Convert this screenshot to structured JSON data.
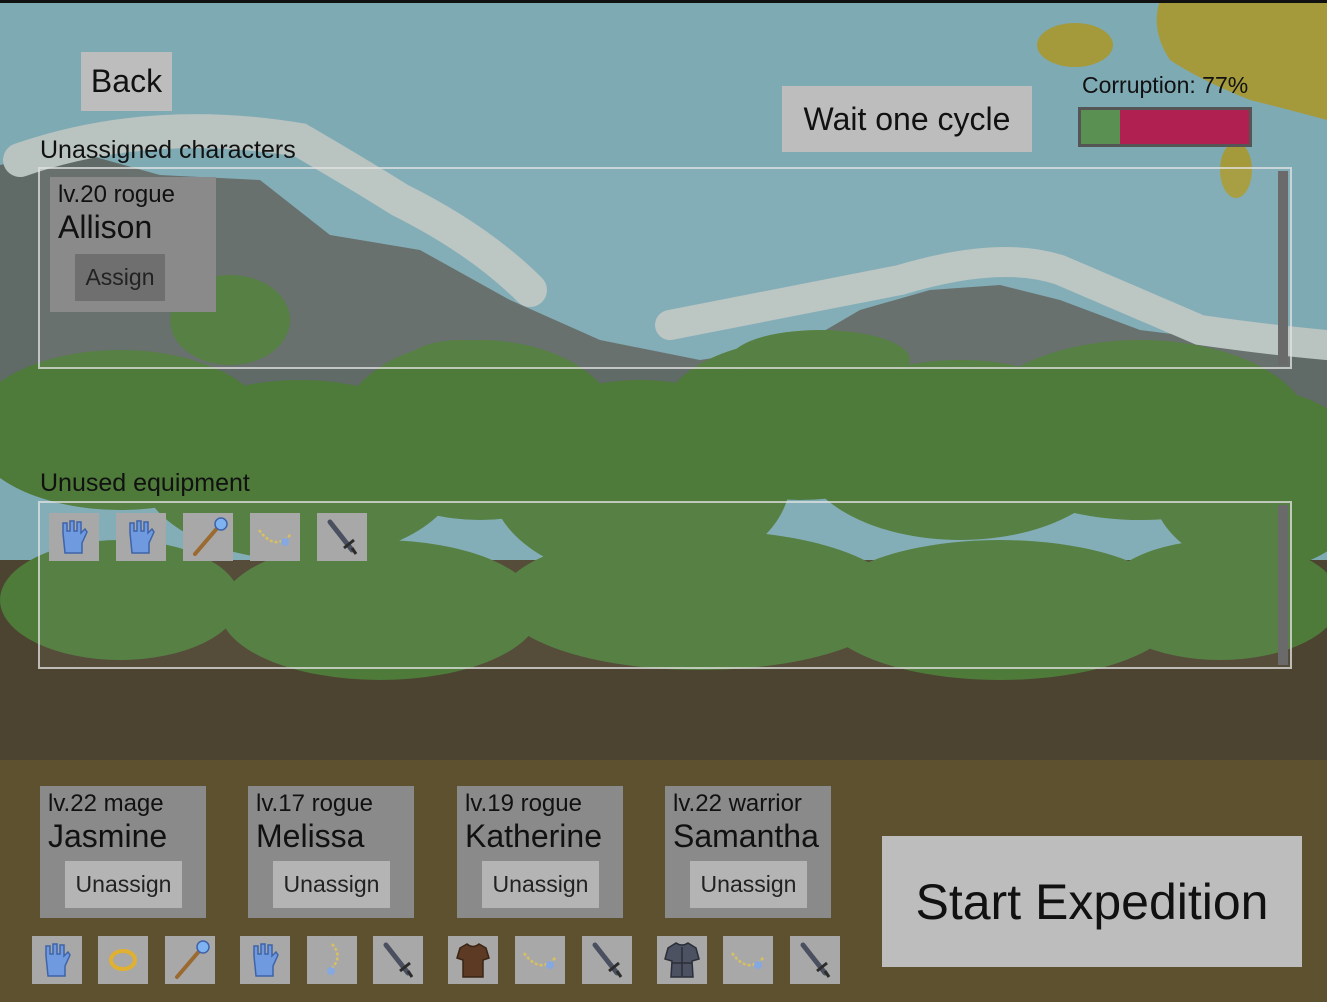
{
  "back_label": "Back",
  "wait_label": "Wait one cycle",
  "corruption": {
    "label": "Corruption: 77%",
    "value": 77,
    "colors": {
      "remaining": "#5a9152",
      "corrupted": "#b02050"
    }
  },
  "unassigned": {
    "title": "Unassigned characters",
    "characters": [
      {
        "class_label": "lv.20 rogue",
        "name": "Allison",
        "button": "Assign"
      }
    ]
  },
  "equipment": {
    "title": "Unused equipment",
    "items": [
      "gauntlet-icon",
      "gauntlet-icon",
      "staff-icon",
      "necklace-icon",
      "sword-icon"
    ]
  },
  "party": [
    {
      "class_label": "lv.22 mage",
      "name": "Jasmine",
      "button": "Unassign",
      "items": [
        "gauntlet-icon",
        "ring-icon",
        "staff-icon"
      ]
    },
    {
      "class_label": "lv.17 rogue",
      "name": "Melissa",
      "button": "Unassign",
      "items": [
        "gauntlet-icon",
        "amulet-icon",
        "sword-icon"
      ]
    },
    {
      "class_label": "lv.19 rogue",
      "name": "Katherine",
      "button": "Unassign",
      "items": [
        "leather-armor-icon",
        "necklace-icon",
        "sword-icon"
      ]
    },
    {
      "class_label": "lv.22 warrior",
      "name": "Samantha",
      "button": "Unassign",
      "items": [
        "plate-armor-icon",
        "necklace-icon",
        "sword-icon"
      ]
    }
  ],
  "start_label": "Start Expedition"
}
